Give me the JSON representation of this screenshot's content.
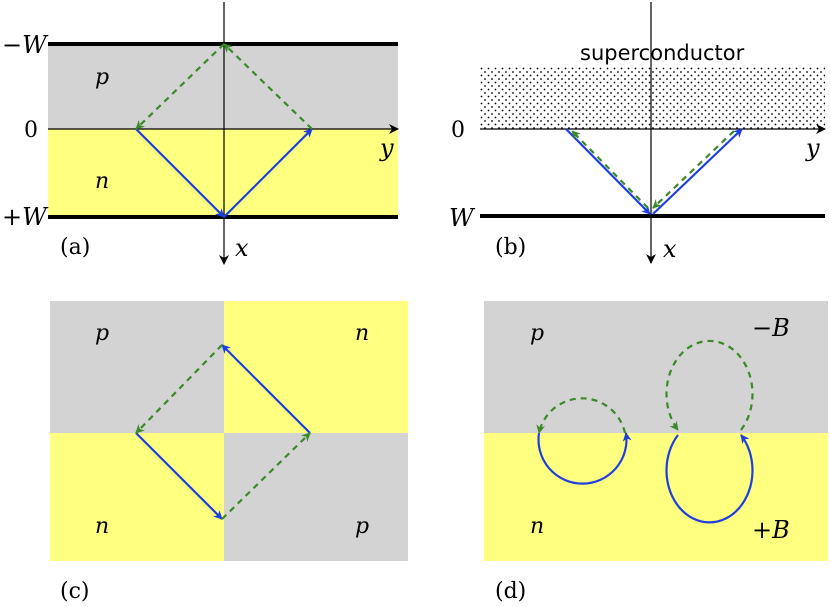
{
  "colors": {
    "p_region": "#d3d3d3",
    "n_region": "#ffff80",
    "boundary": "#000000",
    "electron_path": "#1e3fe0",
    "hole_path": "#3a8a28",
    "dots": "#000000"
  },
  "panel_a": {
    "caption": "(a)",
    "label_minus_w": "−W",
    "label_zero": "0",
    "label_plus_w": "+W",
    "region_top": "p",
    "region_bottom": "n",
    "axis_y": "y",
    "axis_x": "x"
  },
  "panel_b": {
    "caption": "(b)",
    "label_zero": "0",
    "label_w": "W",
    "region_top": "superconductor",
    "axis_y": "y",
    "axis_x": "x"
  },
  "panel_c": {
    "caption": "(c)",
    "region_top_left": "p",
    "region_top_right": "n",
    "region_bottom_left": "n",
    "region_bottom_right": "p"
  },
  "panel_d": {
    "caption": "(d)",
    "region_top": "p",
    "region_bottom": "n",
    "field_top": "−B",
    "field_bottom": "+B"
  }
}
